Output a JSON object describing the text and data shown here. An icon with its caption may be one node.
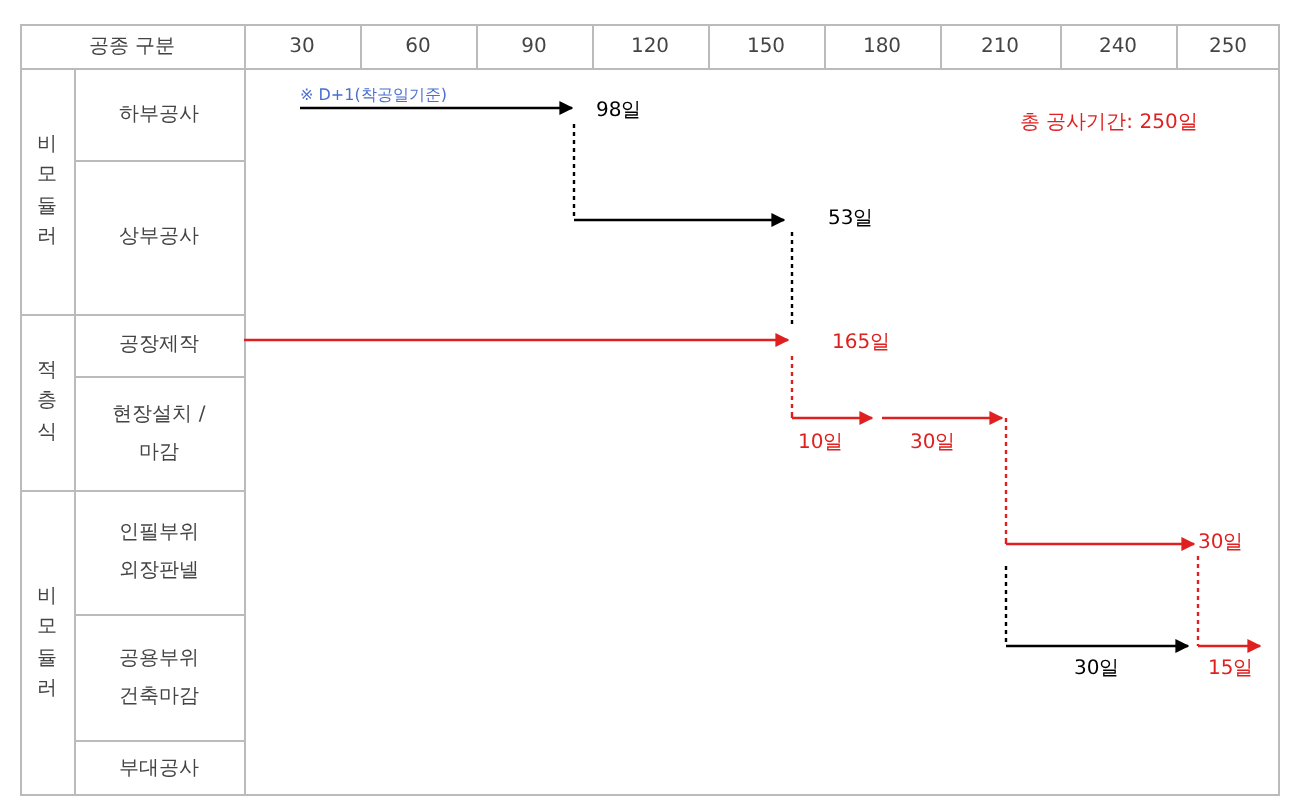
{
  "diagram": {
    "nodes": [
      {
        "text": [
          "※ D+1(착공일기준)"
        ]
      },
      {
        "text": [
          "98일"
        ]
      },
      {
        "text": [
          "53일"
        ]
      },
      {
        "text": [
          "165일"
        ]
      },
      {
        "text": [
          "10일"
        ]
      },
      {
        "text": [
          "30일"
        ]
      },
      {
        "text": [
          "30일"
        ]
      },
      {
        "text": [
          "30일"
        ]
      },
      {
        "text": [
          "15일"
        ]
      }
    ],
    "edges": [
      {
        "from": 0,
        "to": 1,
        "arrow": "to",
        "color": "#000000"
      },
      {
        "from": 1,
        "to": 2,
        "arrow": "to",
        "style": "dashed",
        "color": "#000000"
      },
      {
        "from": null,
        "to": 3,
        "arrow": "to"
      },
      {
        "from": 2,
        "to": 3,
        "arrow": "none",
        "style": "dashed",
        "color": "#000000"
      },
      {
        "from": 3,
        "to": 4,
        "arrow": "to",
        "style": "dashed"
      },
      {
        "from": 4,
        "to": 5,
        "arrow": "to"
      },
      {
        "from": 5,
        "to": 6,
        "arrow": "to",
        "style": "dashed"
      },
      {
        "from": null,
        "to": 7,
        "arrow": "to",
        "style": "dashed",
        "color": "#000000"
      },
      {
        "from": 6,
        "to": 8,
        "arrow": "to",
        "style": "dashed"
      }
    ],
    "labels": [
      "공종 구분",
      "30",
      "60",
      "90",
      "120",
      "150",
      "180",
      "210",
      "240",
      "250",
      "비모듈러",
      "하부공사",
      "상부공사",
      "적층식",
      "공장제작",
      "현장설치 /마감",
      "비모듈러",
      "인필부위 외장판넬",
      "공용부위 건축마감",
      "부대공사",
      "총 공사기간: 250일"
    ]
  }
}
